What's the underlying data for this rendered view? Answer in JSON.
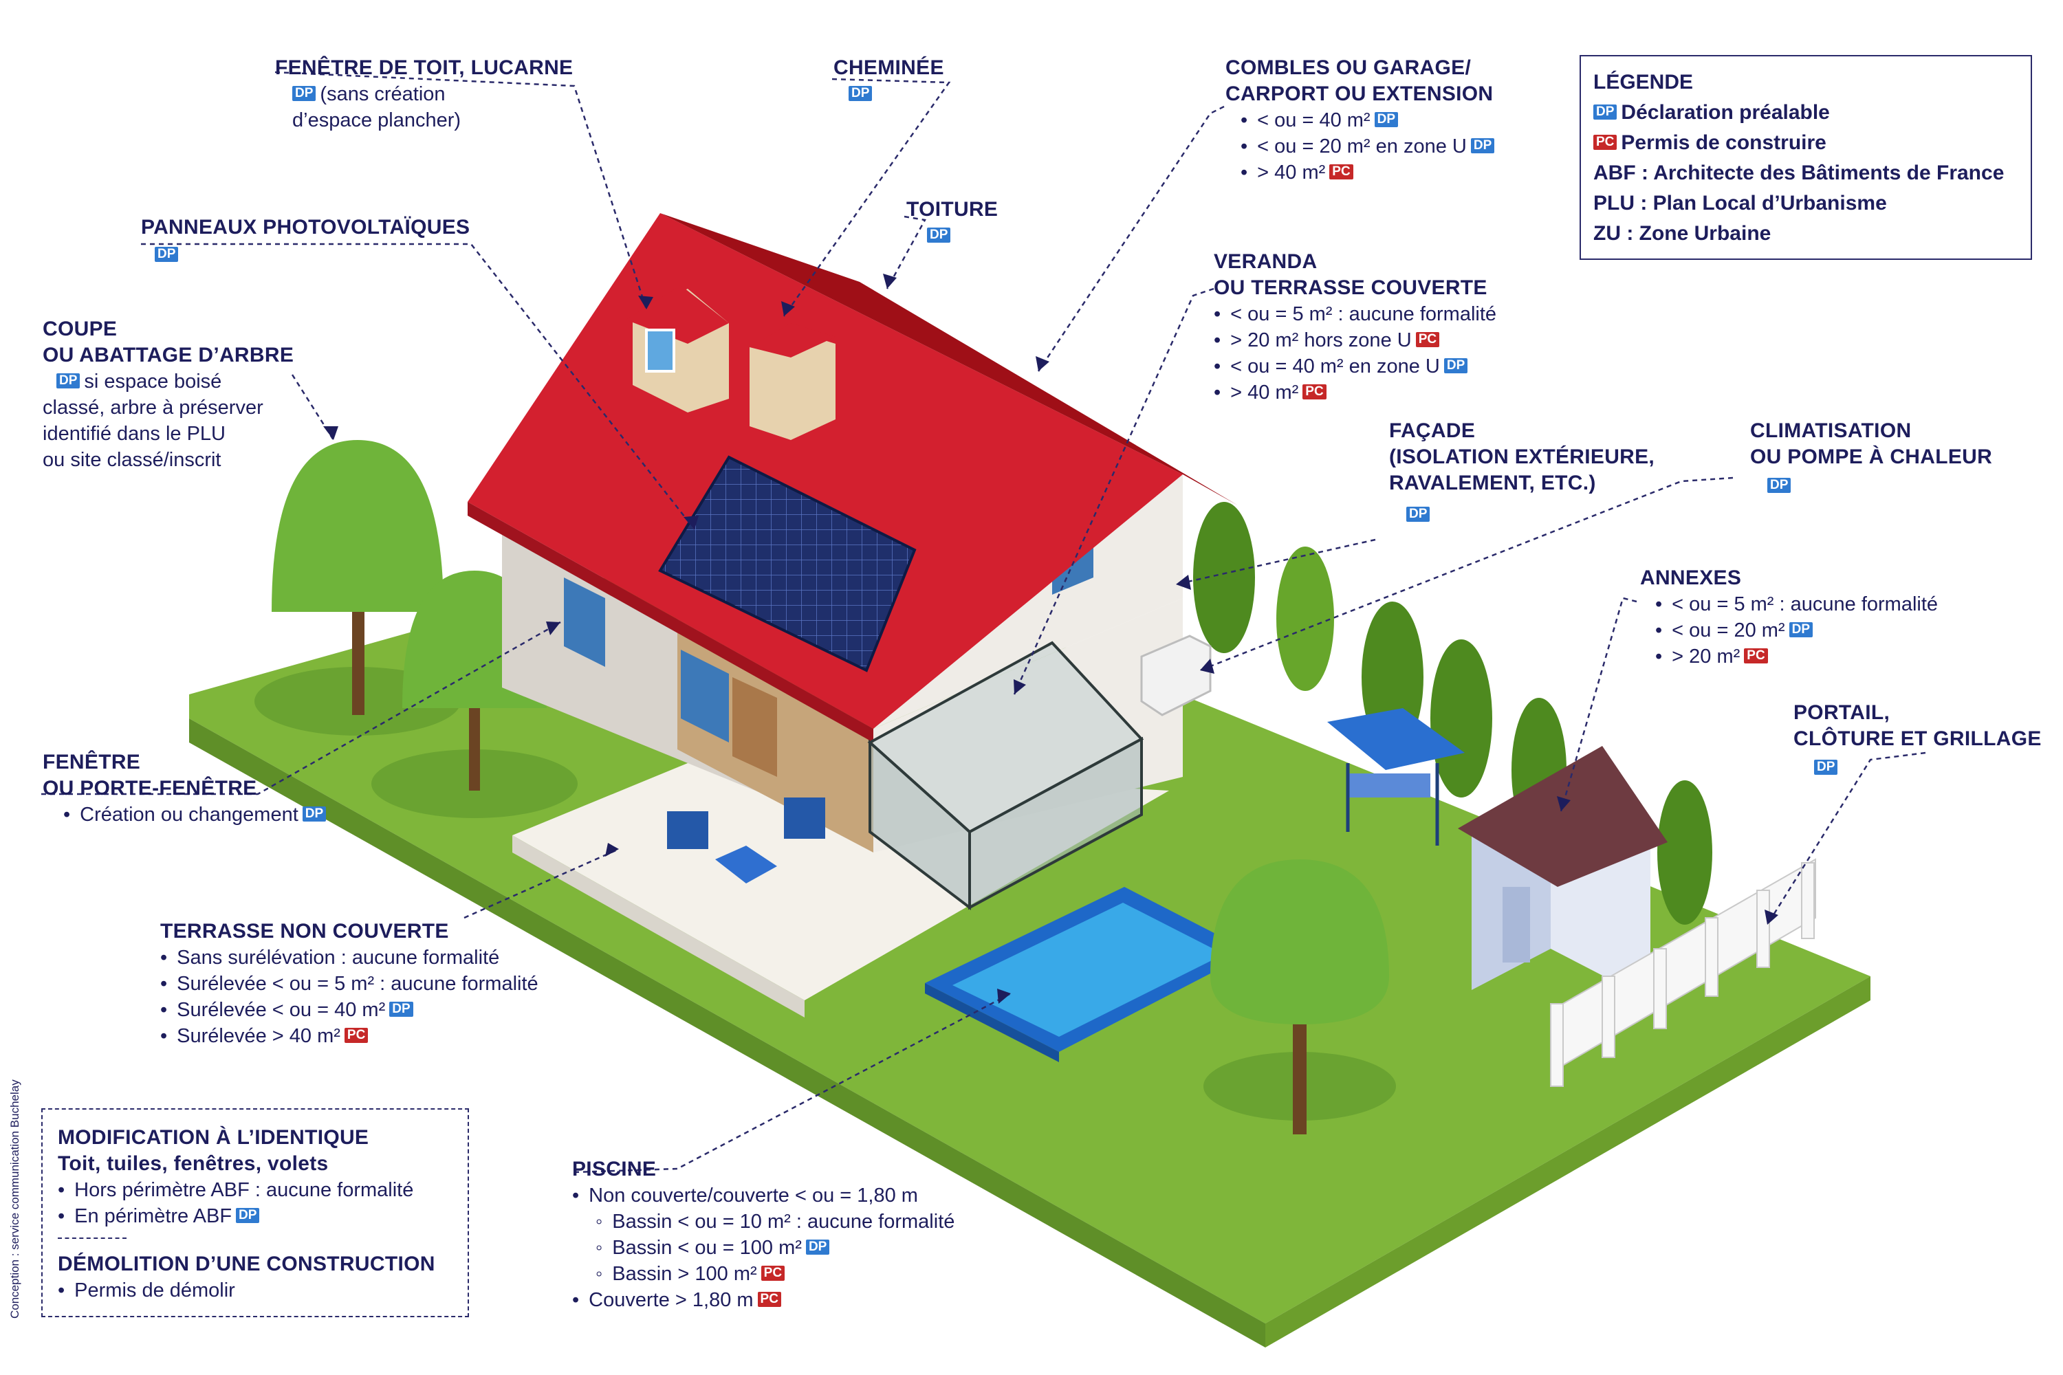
{
  "badges": {
    "dp": "DP",
    "pc": "PC"
  },
  "colors": {
    "text": "#1d1d5c",
    "dp": "#2f7ad0",
    "pc": "#c62828",
    "roof": "#d3202f",
    "lawn": "#7fb63a",
    "tree": "#6fb43a"
  },
  "legend": {
    "title": "LÉGENDE",
    "dp_text": "Déclaration préalable",
    "pc_text": "Permis de construire",
    "abf": "ABF : Architecte des Bâtiments de France",
    "plu": "PLU : Plan Local d’Urbanisme",
    "zu": "ZU : Zone Urbaine"
  },
  "labels": {
    "fenetre_toit": {
      "title": "FENÊTRE DE TOIT, LUCARNE",
      "line1": "(sans création",
      "line2": "d’espace plancher)"
    },
    "cheminee": {
      "title": "CHEMINÉE"
    },
    "combles": {
      "title1": "COMBLES OU GARAGE/",
      "title2": "CARPORT OU EXTENSION",
      "items": [
        "< ou = 40 m²",
        "< ou = 20 m² en zone U",
        "> 40 m²"
      ]
    },
    "panneaux": {
      "title": "PANNEAUX PHOTOVOLTAÏQUES"
    },
    "toiture": {
      "title": "TOITURE"
    },
    "coupe": {
      "title1": "COUPE",
      "title2": "OU ABATTAGE D’ARBRE",
      "line1": "si espace boisé",
      "line2": "classé, arbre à préserver",
      "line3": "identifié dans le PLU",
      "line4": "ou site classé/inscrit"
    },
    "veranda": {
      "title1": "VERANDA",
      "title2": "OU TERRASSE COUVERTE",
      "items": [
        "< ou = 5 m² : aucune formalité",
        "> 20 m² hors zone U",
        "< ou = 40 m² en zone U",
        "> 40 m²"
      ]
    },
    "facade": {
      "title1": "FAÇADE",
      "title2": "(ISOLATION EXTÉRIEURE,",
      "title3": "RAVALEMENT, ETC.)"
    },
    "clim": {
      "title1": "CLIMATISATION",
      "title2": "OU POMPE À CHALEUR"
    },
    "annexes": {
      "title": "ANNEXES",
      "items": [
        "< ou = 5 m² : aucune formalité",
        "< ou = 20 m²",
        "> 20 m²"
      ]
    },
    "portail": {
      "title1": "PORTAIL,",
      "title2": "CLÔTURE ET GRILLAGE"
    },
    "fenetre": {
      "title1": "FENÊTRE",
      "title2": "OU PORTE-FENÊTRE",
      "items": [
        "Création ou changement"
      ]
    },
    "terrasse": {
      "title": "TERRASSE NON COUVERTE",
      "items": [
        "Sans surélévation : aucune formalité",
        "Surélevée < ou = 5 m² : aucune formalité",
        "Surélevée < ou = 40 m²",
        "Surélevée > 40 m²"
      ]
    },
    "piscine": {
      "title": "PISCINE",
      "items": [
        "Non couverte/couverte < ou = 1,80 m",
        "Bassin < ou = 10 m² : aucune formalité",
        "Bassin < ou = 100 m²",
        "Bassin > 100 m²",
        "Couverte > 1,80 m"
      ]
    }
  },
  "identique": {
    "title": "MODIFICATION À L’IDENTIQUE",
    "subtitle": "Toit, tuiles, fenêtres, volets",
    "items": [
      "Hors périmètre ABF : aucune formalité",
      "En périmètre ABF"
    ],
    "demolition_title": "DÉMOLITION D’UNE CONSTRUCTION",
    "demolition_items": [
      "Permis de démolir"
    ]
  },
  "credit": "Conception : service communication Buchelay"
}
